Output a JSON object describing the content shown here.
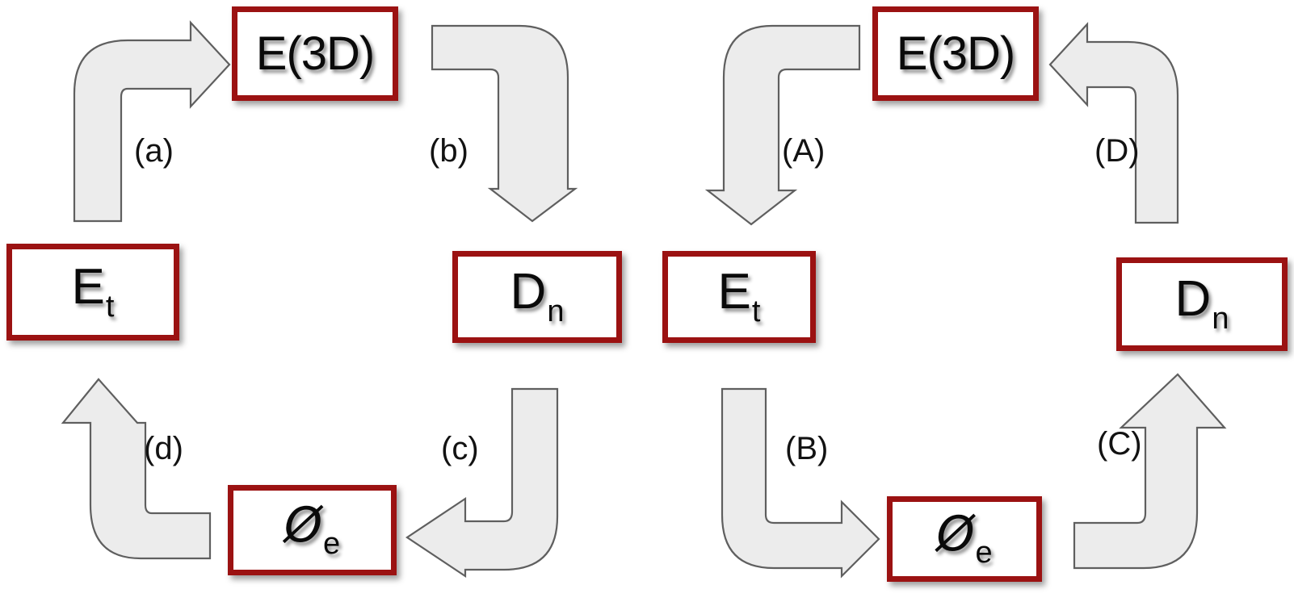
{
  "diagram": {
    "title": "Two four-node transformation cycles",
    "colors": {
      "box_border": "#9B1212",
      "box_fill": "#FFFFFF",
      "arrow_fill": "#ECECEC",
      "arrow_stroke": "#5F5F5F",
      "text": "#0A0A0A",
      "background": "#FFFFFF"
    },
    "left_cycle": {
      "name": "lowercase-cycle",
      "direction": "E_t -> E(3D) -> D_n -> phi_e -> E_t",
      "nodes": [
        {
          "id": "e3d",
          "base": "E(3D)",
          "sub": "",
          "position": "top-center"
        },
        {
          "id": "et",
          "base": "E",
          "sub": "t",
          "position": "middle-left"
        },
        {
          "id": "dn",
          "base": "D",
          "sub": "n",
          "position": "middle-right"
        },
        {
          "id": "phie",
          "base": "Ø",
          "sub": "e",
          "position": "bottom-center"
        }
      ],
      "arrows": [
        {
          "id": "a",
          "label": "(a)",
          "from": "et",
          "to": "e3d",
          "shape": "up-then-right"
        },
        {
          "id": "b",
          "label": "(b)",
          "from": "e3d",
          "to": "dn",
          "shape": "right-then-down"
        },
        {
          "id": "c",
          "label": "(c)",
          "from": "dn",
          "to": "phie",
          "shape": "down-then-left"
        },
        {
          "id": "d",
          "label": "(d)",
          "from": "phie",
          "to": "et",
          "shape": "left-then-up"
        }
      ]
    },
    "right_cycle": {
      "name": "uppercase-cycle",
      "direction": "E(3D) -> E_t -> phi_e -> D_n -> E(3D)",
      "nodes": [
        {
          "id": "e3d",
          "base": "E(3D)",
          "sub": "",
          "position": "top-center"
        },
        {
          "id": "et",
          "base": "E",
          "sub": "t",
          "position": "middle-left"
        },
        {
          "id": "dn",
          "base": "D",
          "sub": "n",
          "position": "middle-right"
        },
        {
          "id": "phie",
          "base": "Ø",
          "sub": "e",
          "position": "bottom-center"
        }
      ],
      "arrows": [
        {
          "id": "A",
          "label": "(A)",
          "from": "e3d",
          "to": "et",
          "shape": "left-then-down"
        },
        {
          "id": "B",
          "label": "(B)",
          "from": "et",
          "to": "phie",
          "shape": "down-then-right"
        },
        {
          "id": "C",
          "label": "(C)",
          "from": "phie",
          "to": "dn",
          "shape": "right-then-up"
        },
        {
          "id": "D",
          "label": "(D)",
          "from": "dn",
          "to": "e3d",
          "shape": "up-then-left"
        }
      ]
    }
  }
}
